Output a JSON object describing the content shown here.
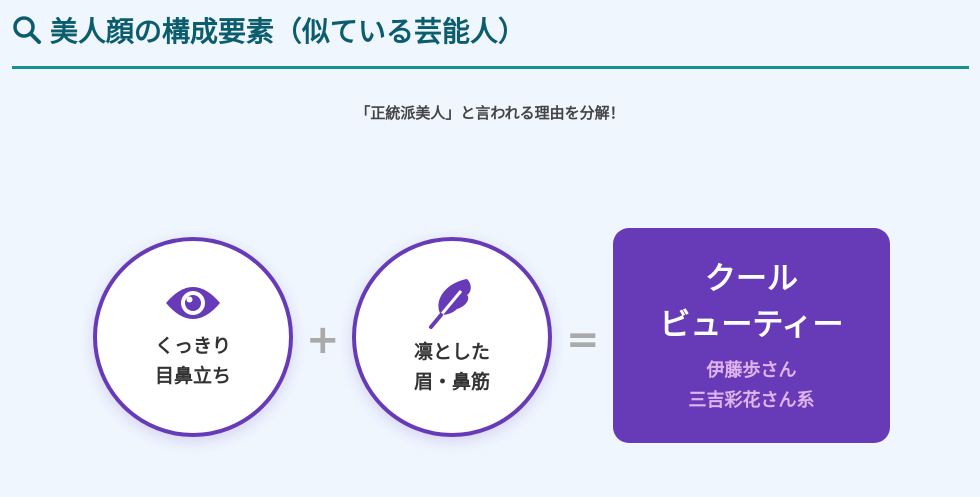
{
  "header": {
    "title": "美人顔の構成要素（似ている芸能人）",
    "icon": "search-icon"
  },
  "subtitle": "「正統派美人」と言われる理由を分解！",
  "elements": [
    {
      "icon": "eye-icon",
      "line1": "くっきり",
      "line2": "目鼻立ち"
    },
    {
      "icon": "feather-icon",
      "line1": "凛とした",
      "line2": "眉・鼻筋"
    }
  ],
  "operators": {
    "plus": "+",
    "equals": "="
  },
  "result": {
    "line1": "クール",
    "line2": "ビューティー",
    "example1": "伊藤歩さん",
    "example2": "三吉彩花さん系"
  },
  "colors": {
    "accent": "#673ab7",
    "title": "#0b5d6e",
    "rule": "#17918f"
  }
}
